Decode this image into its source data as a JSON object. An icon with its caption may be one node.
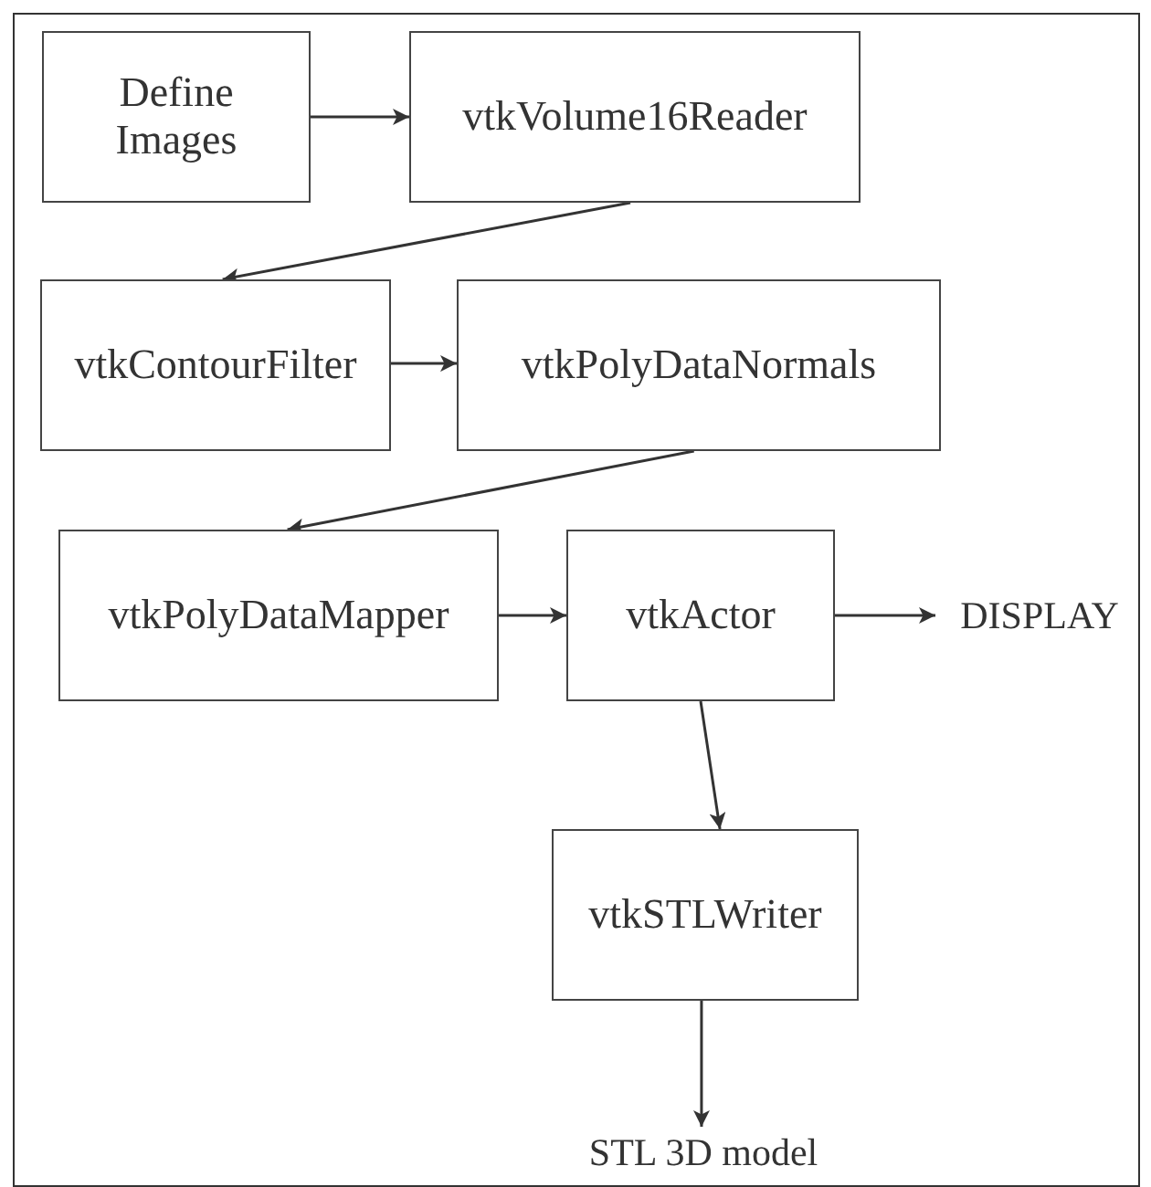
{
  "diagram": {
    "nodes": [
      {
        "text": [
          "Define Images"
        ]
      },
      {
        "text": [
          "vtkVolume16Reader"
        ]
      },
      {
        "text": [
          "vtkContourFilter"
        ]
      },
      {
        "text": [
          "vtkPolyDataNormals"
        ]
      },
      {
        "text": [
          "vtkPolyDataMapper"
        ]
      },
      {
        "text": [
          "vtkActor"
        ]
      },
      {
        "text": [
          "DISPLAY"
        ]
      },
      {
        "text": [
          "vtkSTLWriter"
        ]
      },
      {
        "text": [
          "STL 3D model"
        ]
      }
    ],
    "edges": [
      {
        "from": 0,
        "to": 1,
        "arrow": "to"
      },
      {
        "from": 1,
        "to": 2,
        "arrow": "to"
      },
      {
        "from": 2,
        "to": 3,
        "arrow": "to"
      },
      {
        "from": 3,
        "to": 4,
        "arrow": "to"
      },
      {
        "from": 4,
        "to": 5,
        "arrow": "to"
      },
      {
        "from": 5,
        "to": 6,
        "arrow": "to"
      },
      {
        "from": 5,
        "to": 7,
        "arrow": "to"
      },
      {
        "from": 7,
        "to": 8,
        "arrow": "to"
      }
    ]
  }
}
